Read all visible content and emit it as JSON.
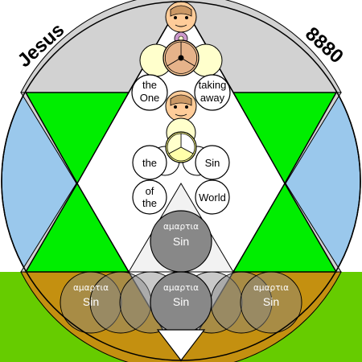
{
  "corner_labels": {
    "left": "Jesus",
    "right": "8880"
  },
  "phrase": {
    "the": "the",
    "one": "One",
    "taking": "taking",
    "away": "away",
    "the2": "the",
    "sin": "Sin",
    "of": "of",
    "the3": "the",
    "world": "World"
  },
  "sin_circles": [
    {
      "greek": "αμαρτια",
      "label": "Sin"
    },
    {
      "greek": "αμαρτια",
      "label": "Sin"
    },
    {
      "greek": "αμαρτια",
      "label": "Sin"
    },
    {
      "greek": "αμαρτια",
      "label": "Sin"
    }
  ],
  "colors": {
    "background_ground": "#66cc00",
    "outer_disc": "#9ac8ec",
    "grey_field": "#d2d2d2",
    "green_triangle": "#00ee00",
    "gold_band": "#c49010",
    "sin_circle": "#888888",
    "cream": "#ffffcc",
    "peach": "#ffcc99",
    "purple": "#cc99cc"
  }
}
